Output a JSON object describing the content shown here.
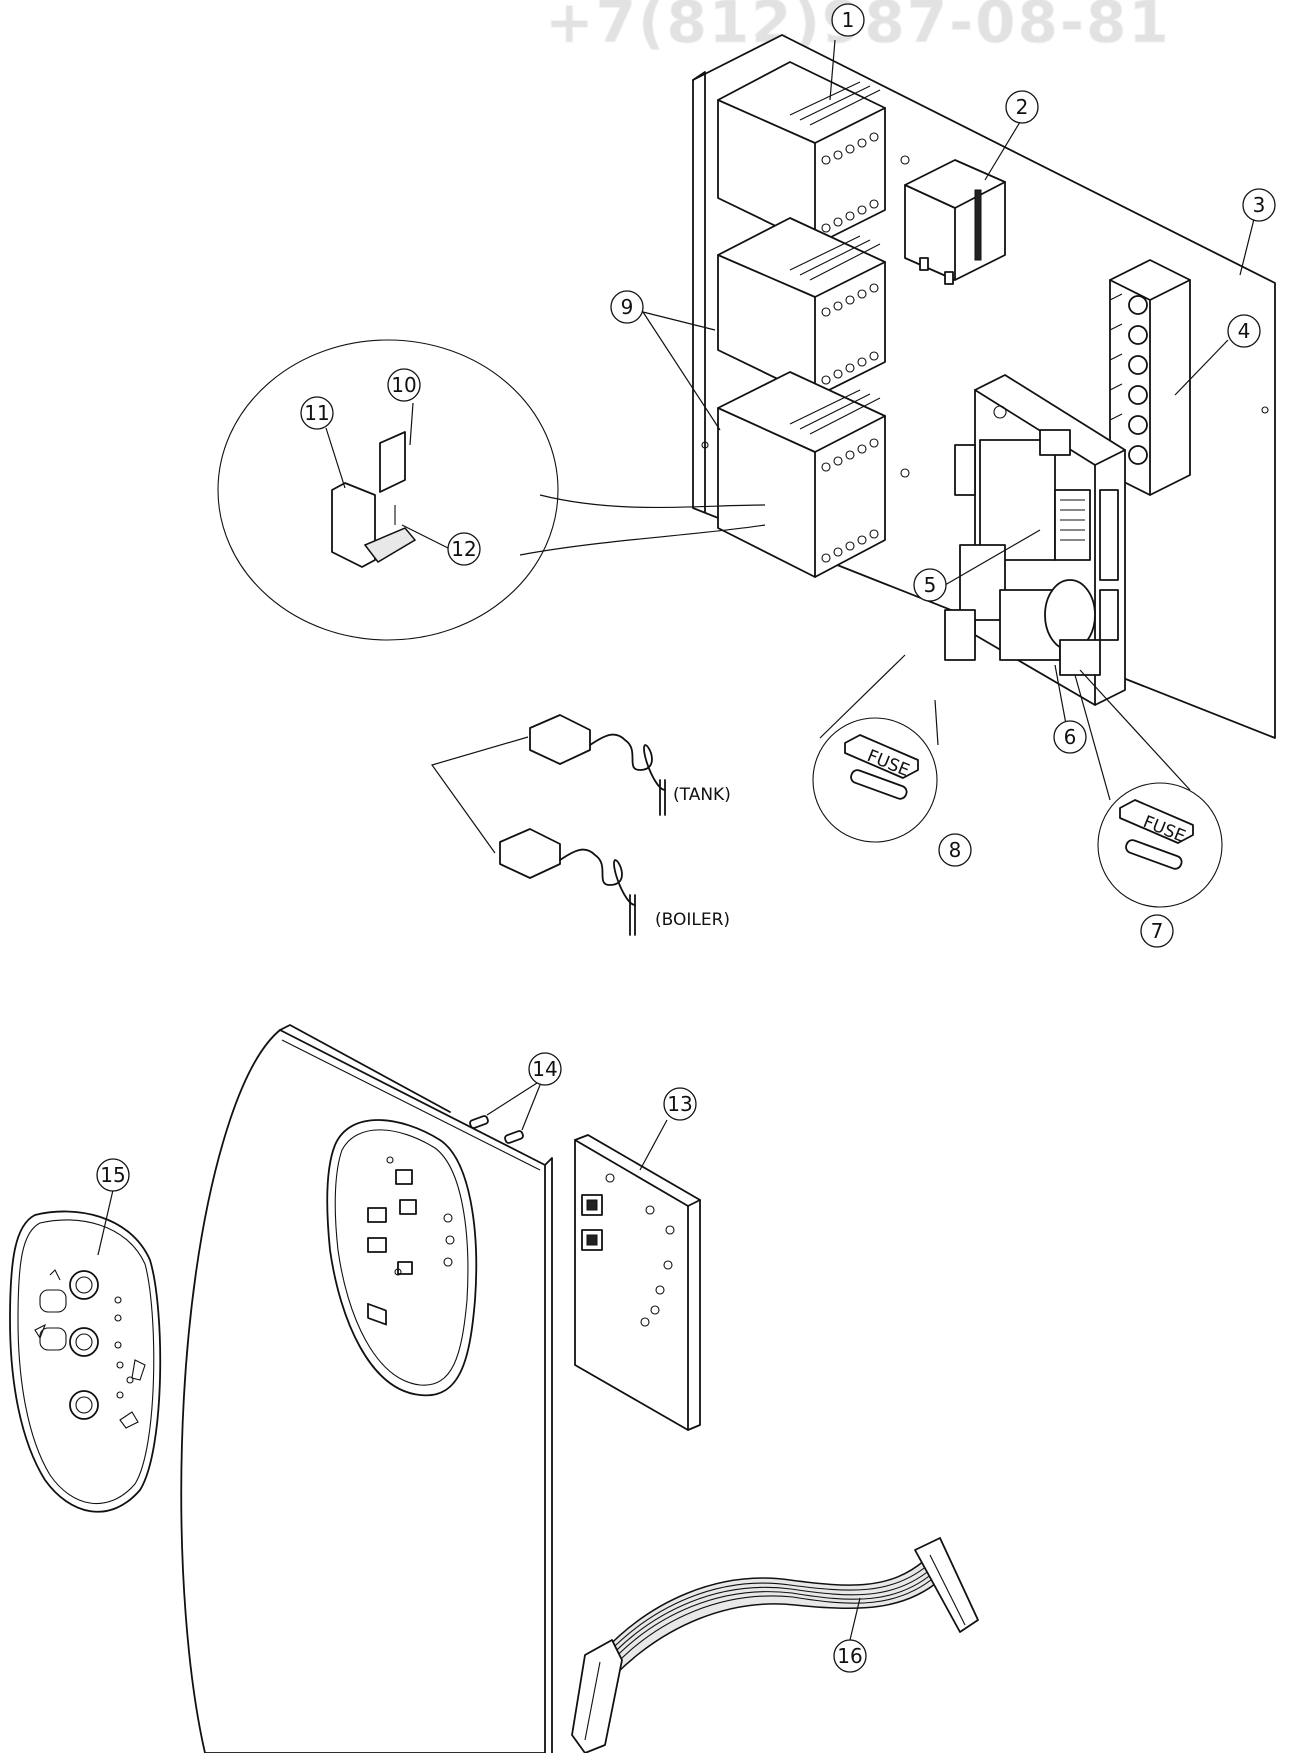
{
  "watermark": "+7(812)987-08-81",
  "labels": {
    "tank": "(TANK)",
    "boiler": "(BOILER)",
    "fuse_a": "FUSE",
    "fuse_b": "FUSE"
  },
  "callouts": [
    "1",
    "2",
    "3",
    "4",
    "5",
    "6",
    "7",
    "8",
    "9",
    "10",
    "11",
    "12",
    "13",
    "14",
    "15",
    "16"
  ]
}
